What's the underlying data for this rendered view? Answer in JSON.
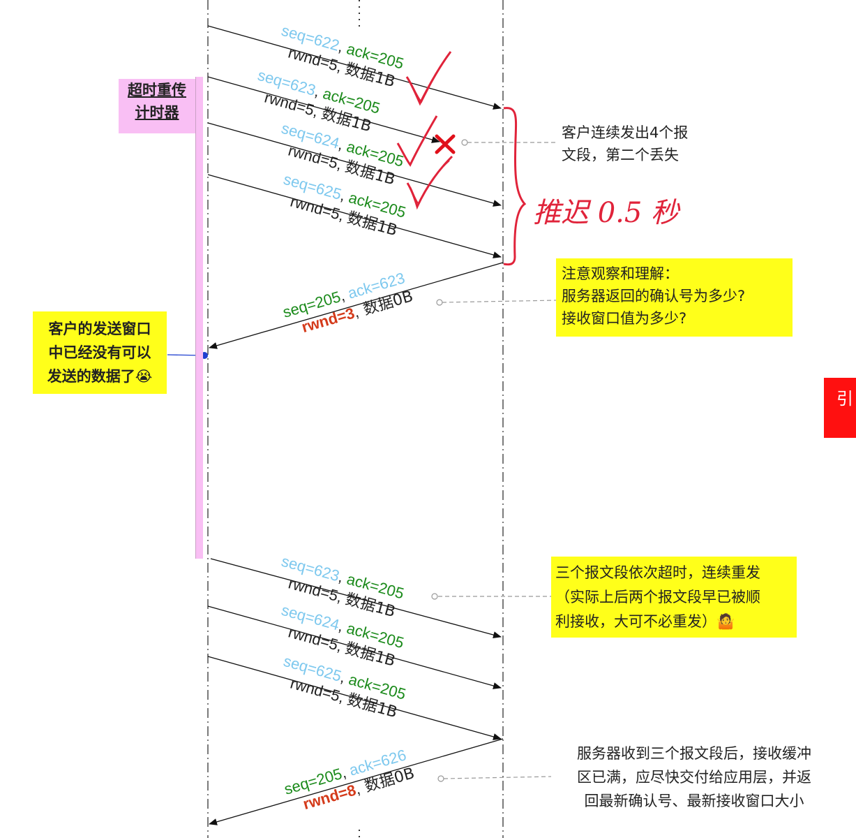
{
  "timer": {
    "line1": "超时重传",
    "line2": "计时器"
  },
  "side_note": {
    "lines": [
      "客户的发送窗口",
      "中已经没有可以",
      "发送的数据了"
    ],
    "emoji": "😭"
  },
  "colors": {
    "seq": "#7dc8ee",
    "ack": "#1a8a1a",
    "rwnd_highlight": "#d43a1a",
    "text": "#222222",
    "timer": "#f9bff4",
    "note": "#ffff1a",
    "handwriting": "#e0233a",
    "tab": "#ff1010"
  },
  "segments": [
    {
      "seq": "seq=622",
      "ack": "ack=205",
      "rwnd": "rwnd=5",
      "data": "数据1B"
    },
    {
      "seq": "seq=623",
      "ack": "ack=205",
      "rwnd": "rwnd=5",
      "data": "数据1B"
    },
    {
      "seq": "seq=624",
      "ack": "ack=205",
      "rwnd": "rwnd=5",
      "data": "数据1B"
    },
    {
      "seq": "seq=625",
      "ack": "ack=205",
      "rwnd": "rwnd=5",
      "data": "数据1B"
    },
    {
      "seq": "seq=623",
      "ack": "ack=205",
      "rwnd": "rwnd=5",
      "data": "数据1B"
    },
    {
      "seq": "seq=624",
      "ack": "ack=205",
      "rwnd": "rwnd=5",
      "data": "数据1B"
    },
    {
      "seq": "seq=625",
      "ack": "ack=205",
      "rwnd": "rwnd=5",
      "data": "数据1B"
    }
  ],
  "replies": [
    {
      "seq": "seq=205",
      "ack": "ack=623",
      "rwnd": "rwnd=3",
      "data": "数据0B"
    },
    {
      "seq": "seq=205",
      "ack": "ack=626",
      "rwnd": "rwnd=8",
      "data": "数据0B"
    }
  ],
  "comma": ",",
  "notes": {
    "n1": [
      "客户连续发出4个报",
      "文段，第二个丢失"
    ],
    "n2": [
      "注意观察和理解：",
      "服务器返回的确认号为多少?",
      "接收窗口值为多少?"
    ],
    "n3": [
      "三个报文段依次超时，连续重发",
      "（实际上后两个报文段早已被顺",
      "利接收，大可不必重发）"
    ],
    "n3_emoji": "🤷",
    "n4": [
      "服务器收到三个报文段后，接收缓冲",
      "区已满，应尽快交付给应用层，并返",
      "回最新确认号、最新接收窗口大小"
    ]
  },
  "handwriting": "推迟 0.5 秒",
  "red_tab": "引"
}
